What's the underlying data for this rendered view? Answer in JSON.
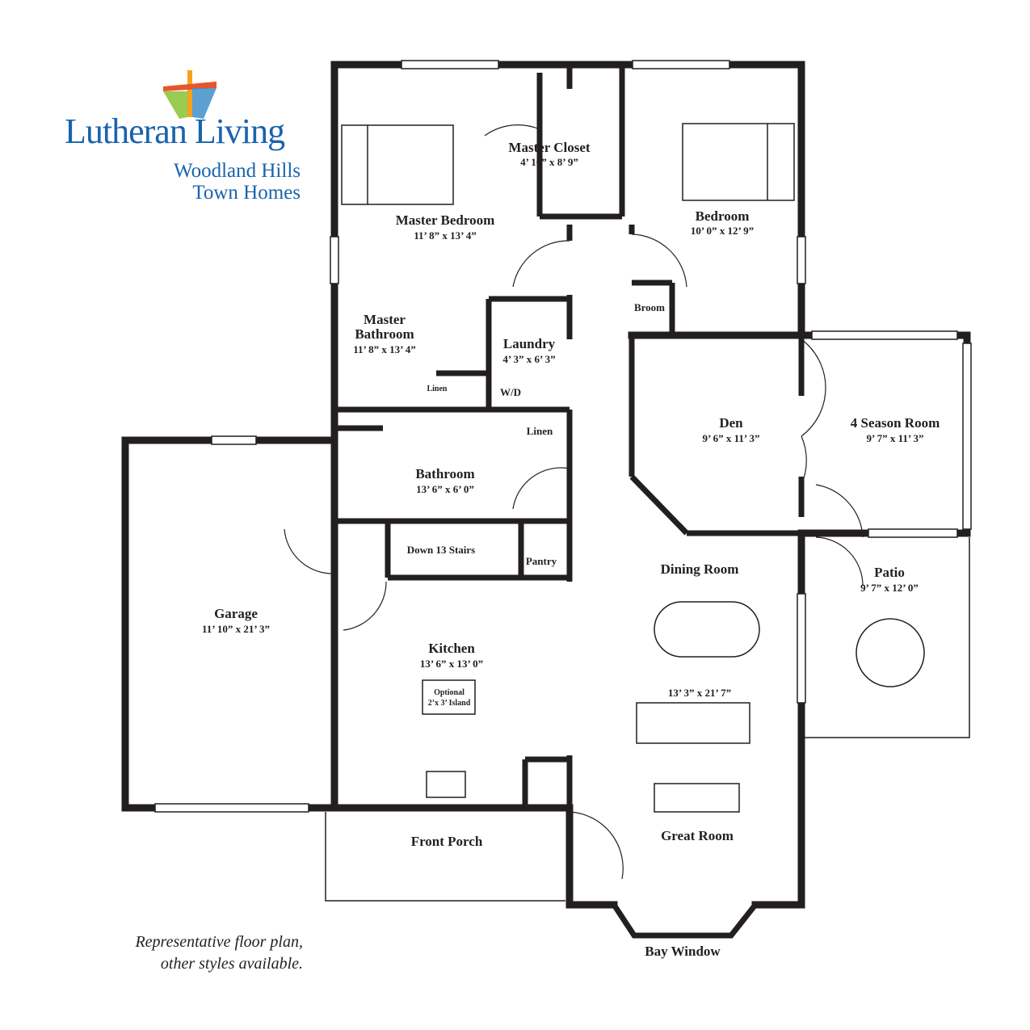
{
  "brand": {
    "name": "Lutheran Living",
    "community_line1": "Woodland Hills",
    "community_line2": "Town Homes",
    "logo_colors": [
      "#f6a21a",
      "#e8552b",
      "#8dc63f",
      "#3e8fc8"
    ]
  },
  "disclaimer": {
    "line1": "Representative floor plan,",
    "line2": "other styles available."
  },
  "rooms": {
    "master_closet": {
      "name": "Master Closet",
      "dims": "4’ 10” x 8’ 9”"
    },
    "bedroom": {
      "name": "Bedroom",
      "dims": "10’ 0” x 12’ 9”"
    },
    "master_bedroom": {
      "name": "Master Bedroom",
      "dims": "11’ 8” x 13’ 4”"
    },
    "broom": {
      "name": "Broom"
    },
    "master_bathroom": {
      "name_line1": "Master",
      "name_line2": "Bathroom",
      "dims": "11’ 8” x 13’ 4”"
    },
    "laundry": {
      "name": "Laundry",
      "dims": "4’ 3” x 6’ 3”"
    },
    "linen_small": {
      "name": "Linen"
    },
    "washer_dryer": {
      "name": "W/D"
    },
    "linen": {
      "name": "Linen"
    },
    "den": {
      "name": "Den",
      "dims": "9’ 6” x 11’ 3”"
    },
    "four_season_room": {
      "name": "4 Season Room",
      "dims": "9’ 7” x 11’ 3”"
    },
    "bathroom": {
      "name": "Bathroom",
      "dims": "13’ 6” x 6’ 0”"
    },
    "stairs": {
      "name": "Down 13 Stairs"
    },
    "pantry": {
      "name": "Pantry"
    },
    "dining_room": {
      "name": "Dining Room",
      "dims": "13’ 3” x 21’ 7”"
    },
    "patio": {
      "name": "Patio",
      "dims": "9’ 7” x 12’ 0”"
    },
    "garage": {
      "name": "Garage",
      "dims": "11’ 10” x 21’ 3”"
    },
    "kitchen": {
      "name": "Kitchen",
      "dims": "13’ 6” x 13’ 0”"
    },
    "island": {
      "line1": "Optional",
      "line2": "2’x 3’ Island"
    },
    "great_room": {
      "name": "Great Room"
    },
    "front_porch": {
      "name": "Front Porch"
    },
    "bay_window": {
      "name": "Bay Window"
    }
  }
}
